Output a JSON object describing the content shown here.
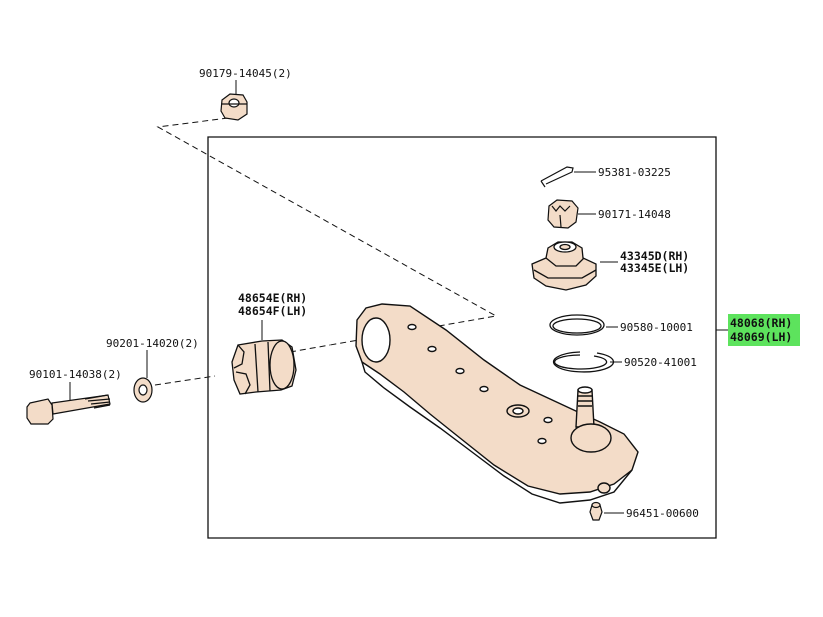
{
  "colors": {
    "highlight": "#5de35d",
    "line": "#111111",
    "part_fill": "#f3dcc8"
  },
  "icons": {
    "nut": "nut-icon",
    "washer": "washer-icon",
    "bolt": "bolt-icon",
    "bushing": "bushing-icon",
    "cotter_pin": "cotter-pin-icon",
    "castle_nut": "castle-nut-icon",
    "dust_boot": "dust-boot-icon",
    "ring": "ring-icon",
    "snap_ring": "snap-ring-icon",
    "lower_arm": "lower-arm-icon",
    "grease_fitting": "grease-fitting-icon"
  },
  "labels": {
    "nut_top": "90179-14045(2)",
    "washer": "90201-14020(2)",
    "bolt": "90101-14038(2)",
    "bushing_rh": "48654E(RH)",
    "bushing_lh": "48654F(LH)",
    "cotter_pin": "95381-03225",
    "castle_nut": "90171-14048",
    "boot_rh": "43345D(RH)",
    "boot_lh": "43345E(LH)",
    "ring": "90580-10001",
    "snap_ring": "90520-41001",
    "grease_fitting": "96451-00600",
    "arm_rh": "48068(RH)",
    "arm_lh": "48069(LH)"
  }
}
